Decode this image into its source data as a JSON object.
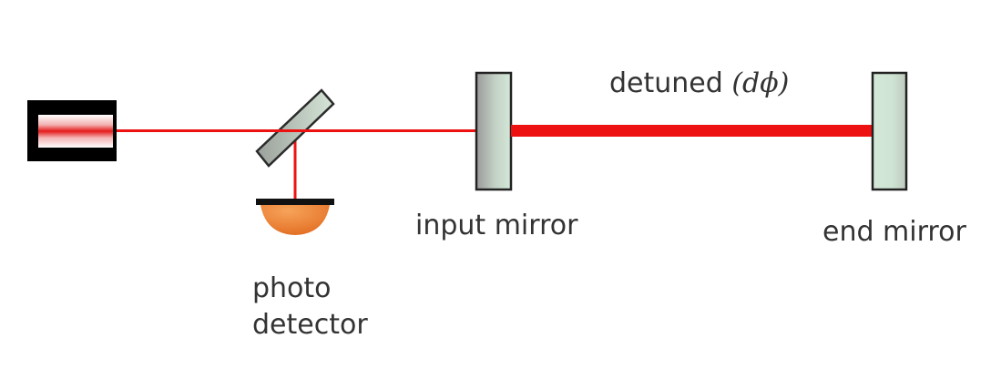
{
  "labels": {
    "photo_detector_line1": "photo",
    "photo_detector_line2": "detector",
    "input_mirror": "input mirror",
    "end_mirror": "end mirror",
    "detuned_text": "detuned ",
    "detuned_symbol": "(𝑑𝜙)"
  },
  "colors": {
    "laser_beam": "#ee1111",
    "mirror_fill_light": "#d3e8d8",
    "mirror_fill_dark": "#9a9a9a",
    "detector_dome": "#e87a2c",
    "detector_plate": "#111111",
    "laser_housing": "#000000",
    "text": "#333333"
  },
  "icons": {
    "laser_source": "laser-source-icon",
    "beam_splitter": "beam-splitter-icon",
    "photo_detector": "photo-detector-icon",
    "input_mirror": "input-mirror-icon",
    "end_mirror": "end-mirror-icon"
  }
}
